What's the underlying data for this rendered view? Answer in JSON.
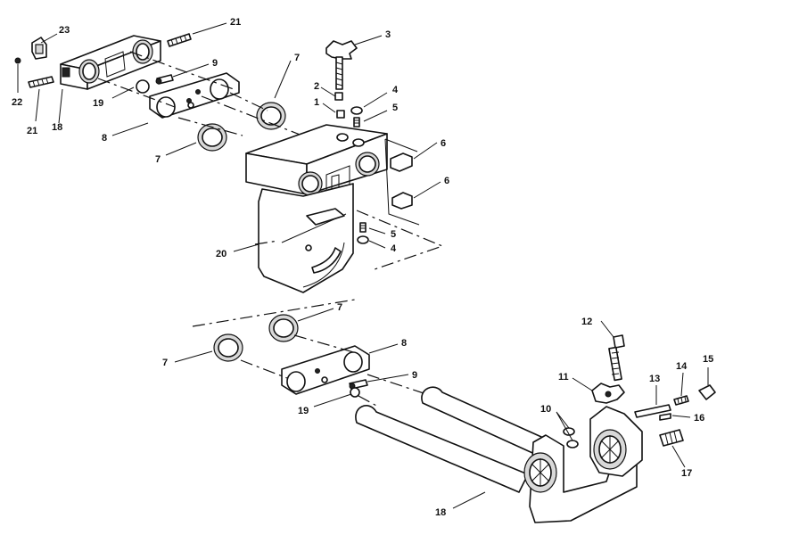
{
  "callouts": [
    {
      "id": "c23",
      "text": "23"
    },
    {
      "id": "c21a",
      "text": "21"
    },
    {
      "id": "c22",
      "text": "22"
    },
    {
      "id": "c21b",
      "text": "21"
    },
    {
      "id": "c18a",
      "text": "18"
    },
    {
      "id": "c19a",
      "text": "19"
    },
    {
      "id": "c9a",
      "text": "9"
    },
    {
      "id": "c8a",
      "text": "8"
    },
    {
      "id": "c7a",
      "text": "7"
    },
    {
      "id": "c7b",
      "text": "7"
    },
    {
      "id": "c3",
      "text": "3"
    },
    {
      "id": "c2",
      "text": "2"
    },
    {
      "id": "c1",
      "text": "1"
    },
    {
      "id": "c4a",
      "text": "4"
    },
    {
      "id": "c5a",
      "text": "5"
    },
    {
      "id": "c6a",
      "text": "6"
    },
    {
      "id": "c6b",
      "text": "6"
    },
    {
      "id": "c5b",
      "text": "5"
    },
    {
      "id": "c4b",
      "text": "4"
    },
    {
      "id": "c20",
      "text": "20"
    },
    {
      "id": "c7c",
      "text": "7"
    },
    {
      "id": "c7d",
      "text": "7"
    },
    {
      "id": "c8b",
      "text": "8"
    },
    {
      "id": "c9b",
      "text": "9"
    },
    {
      "id": "c19b",
      "text": "19"
    },
    {
      "id": "c12",
      "text": "12"
    },
    {
      "id": "c11",
      "text": "11"
    },
    {
      "id": "c13",
      "text": "13"
    },
    {
      "id": "c14",
      "text": "14"
    },
    {
      "id": "c15",
      "text": "15"
    },
    {
      "id": "c16",
      "text": "16"
    },
    {
      "id": "c10",
      "text": "10"
    },
    {
      "id": "c17",
      "text": "17"
    },
    {
      "id": "c18b",
      "text": "18"
    }
  ]
}
